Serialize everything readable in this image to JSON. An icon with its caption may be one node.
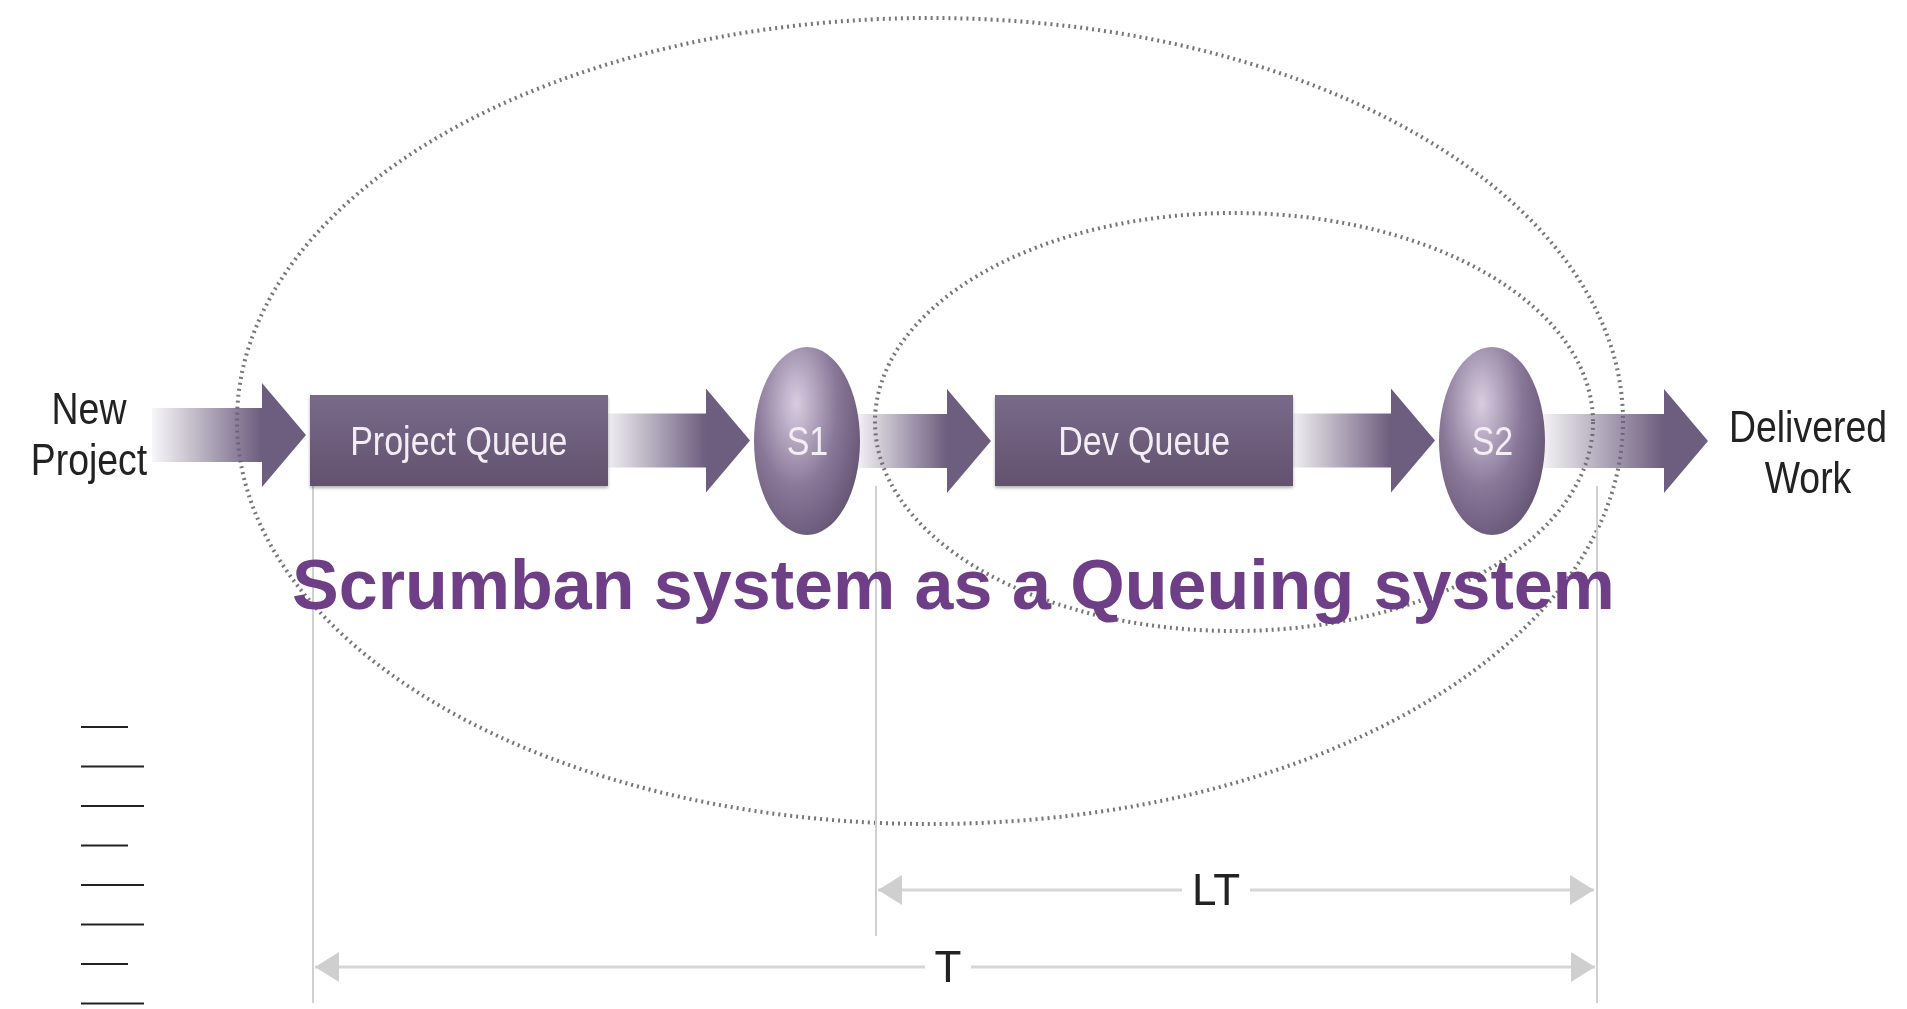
{
  "diagram": {
    "title": "Scrumban system as a Queuing system",
    "nodes": [
      {
        "text": [
          "New Project"
        ]
      },
      {
        "text": [
          "Project Queue"
        ]
      },
      {
        "text": [
          "S1"
        ]
      },
      {
        "text": [
          "Dev Queue"
        ]
      },
      {
        "text": [
          "S2"
        ]
      },
      {
        "text": [
          "Delivered Work"
        ]
      }
    ],
    "edges": [
      {
        "from": 0,
        "to": 1,
        "arrow": "to"
      },
      {
        "from": 1,
        "to": 2,
        "arrow": "to"
      },
      {
        "from": 2,
        "to": 3,
        "arrow": "to"
      },
      {
        "from": 3,
        "to": 4,
        "arrow": "to"
      },
      {
        "from": 4,
        "to": 5,
        "arrow": "to"
      }
    ],
    "labels": [
      "LT",
      "T"
    ]
  }
}
